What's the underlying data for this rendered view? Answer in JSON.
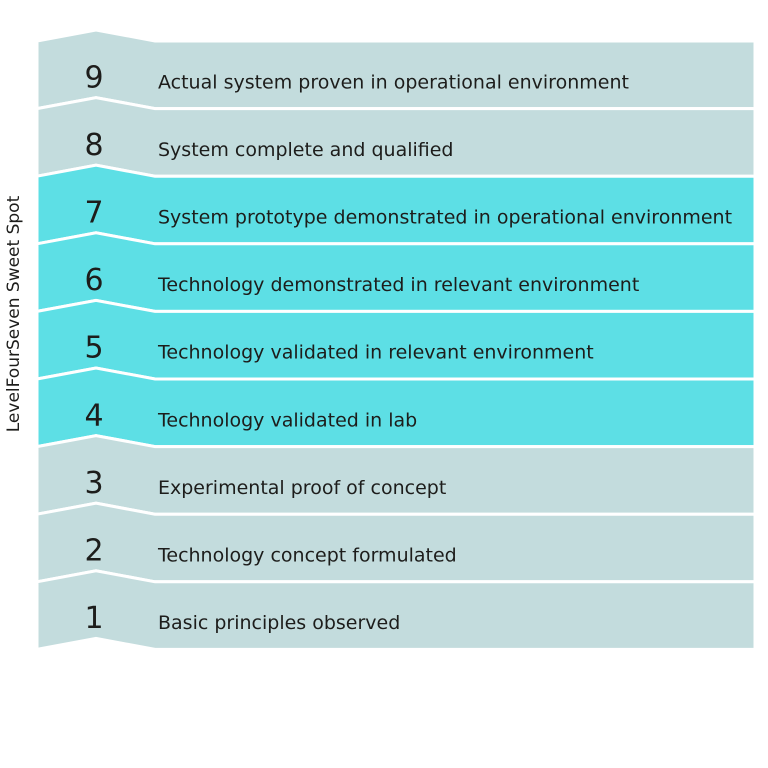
{
  "sweet_spot_label": "LevelFourSeven Sweet Spot",
  "colors": {
    "default_fill": "#c3dcdd",
    "highlight_fill": "#5ddfe5",
    "text": "#1d1d1b",
    "divider": "#ffffff"
  },
  "levels": [
    {
      "number": "9",
      "label": "Actual system proven in operational environment",
      "highlighted": false
    },
    {
      "number": "8",
      "label": "System complete and qualified",
      "highlighted": false
    },
    {
      "number": "7",
      "label": "System prototype demonstrated in operational environment",
      "highlighted": true
    },
    {
      "number": "6",
      "label": "Technology demonstrated in relevant environment",
      "highlighted": true
    },
    {
      "number": "5",
      "label": "Technology validated in relevant environment",
      "highlighted": true
    },
    {
      "number": "4",
      "label": "Technology validated in lab",
      "highlighted": true
    },
    {
      "number": "3",
      "label": "Experimental proof of concept",
      "highlighted": false
    },
    {
      "number": "2",
      "label": "Technology concept formulated",
      "highlighted": false
    },
    {
      "number": "1",
      "label": "Basic principles observed",
      "highlighted": false
    }
  ]
}
